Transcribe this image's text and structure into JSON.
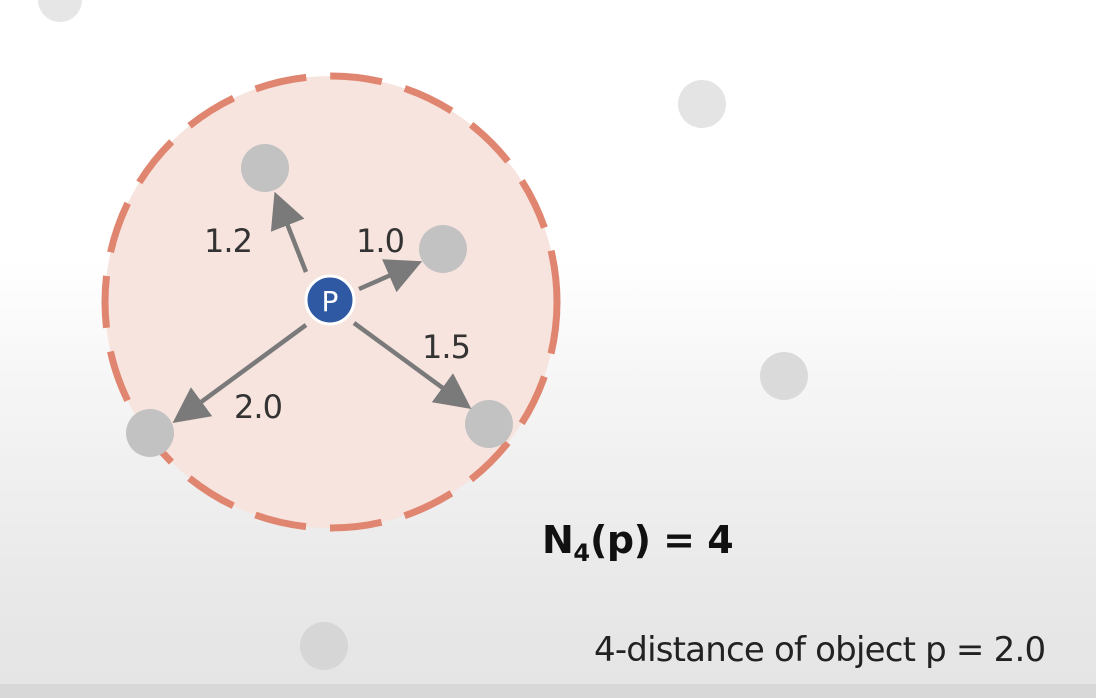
{
  "diagram": {
    "center_label": "P",
    "edge_labels": {
      "upper_left": "1.2",
      "right": "1.0",
      "lower_right": "1.5",
      "lower_left": "2.0"
    }
  },
  "formula": {
    "prefix": "N",
    "subscript": "4",
    "suffix": "(p) = 4"
  },
  "k_distance_text": "4-distance of object p = 2.0",
  "colors": {
    "center_point": "#2f5aa3",
    "circle_fill": "#f7e4de",
    "circle_border": "#e08570",
    "point": "#c2c2c2",
    "arrow": "#7a7a7a"
  }
}
